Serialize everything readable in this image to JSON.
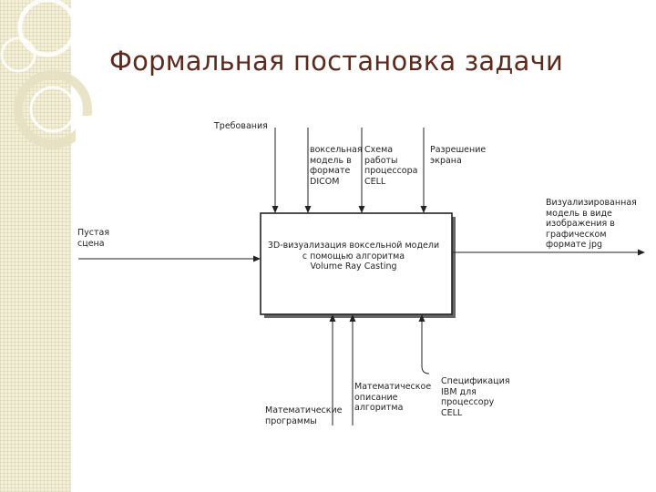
{
  "slide": {
    "title": "Формальная постановка задачи"
  },
  "diagram": {
    "box_label": "3D-визуализация воксельной модели\nс помощью алгоритма\nVolume Ray Casting",
    "controls": [
      "Требования",
      "воксельная\nмодель в\nформате\nDICOM",
      "Схема\nработы\nпроцессора\nCELL",
      "Разрешение\nэкрана"
    ],
    "input": "Пустая\nсцена",
    "output": "Визуализированная\nмодель в виде\nизображения в\nграфическом\nформате jpg",
    "mechanisms": [
      "Математическое\nописание\nалгоритма",
      "Спецификация\nIBM для\nпроцессору\nCELL",
      "Математические\nпрограммы"
    ]
  }
}
